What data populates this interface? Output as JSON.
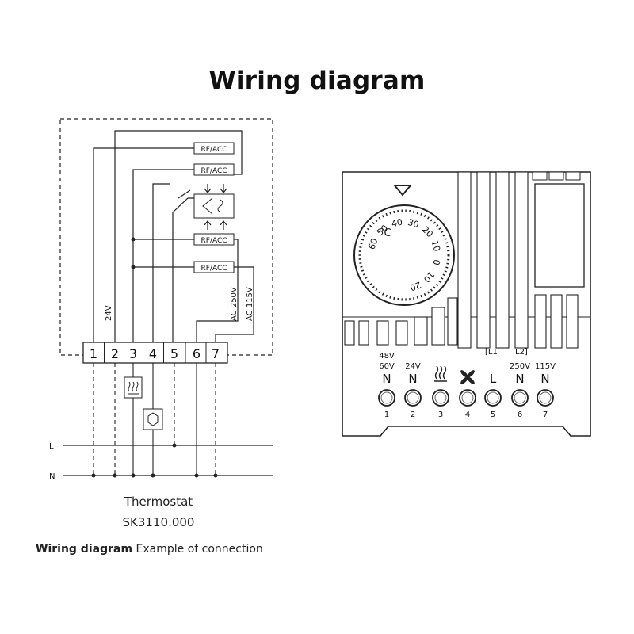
{
  "title": "Wiring diagram",
  "schematic": {
    "terminals": [
      "1",
      "2",
      "3",
      "4",
      "5",
      "6",
      "7"
    ],
    "relay_label": "RF/ACC",
    "voltage_24": "24V",
    "voltage_250": "AC 250V",
    "voltage_115": "AC 115V",
    "line_label": "L",
    "neutral_label": "N",
    "caption_line1": "Thermostat",
    "caption_line2": "SK3110.000"
  },
  "footer": {
    "bold": "Wiring diagram",
    "text": "Example of connection"
  },
  "device": {
    "dial_unit": "°C",
    "dial_scale": [
      "60",
      "50",
      "40",
      "30",
      "20",
      "10",
      "0",
      "10",
      "20"
    ],
    "pins": [
      {
        "top": "48V",
        "mid": "60V",
        "letter": "N",
        "num": "1"
      },
      {
        "top": "",
        "mid": "24V",
        "letter": "N",
        "num": "2"
      },
      {
        "top": "",
        "mid": "",
        "letter": "",
        "num": "3",
        "icon": "heater-icon"
      },
      {
        "top": "",
        "mid": "",
        "letter": "",
        "num": "4",
        "icon": "fan-icon"
      },
      {
        "top": "",
        "mid": "",
        "letter": "L",
        "num": "5"
      },
      {
        "top": "",
        "mid": "250V",
        "letter": "N",
        "num": "6"
      },
      {
        "top": "",
        "mid": "115V",
        "letter": "N",
        "num": "7"
      }
    ],
    "l1_label": "[L1",
    "l2_label": "L2]"
  }
}
